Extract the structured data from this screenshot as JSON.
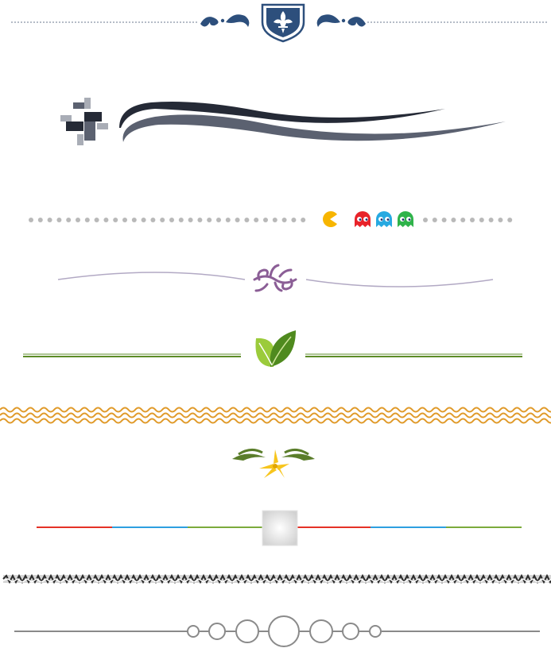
{
  "canvas": {
    "background": "#ffffff"
  },
  "dividers": [
    {
      "name": "crest-divider",
      "icon": "fleur-de-lis-shield-icon",
      "colors": {
        "primary": "#2d4f7c",
        "line": "#6b7a8f"
      }
    },
    {
      "name": "swoosh-divider",
      "icon": "plus-block-icon",
      "colors": {
        "dark": "#252a36",
        "mid": "#5b6170",
        "light": "#a9adb6"
      }
    },
    {
      "name": "pacman-divider",
      "icons": [
        "pacman-icon",
        "red-ghost-icon",
        "blue-ghost-icon",
        "green-ghost-icon"
      ],
      "colors": {
        "dot": "#b9b9b9",
        "pacman": "#f7b500",
        "ghost_red": "#e8232a",
        "ghost_blue": "#27a9e1",
        "ghost_green": "#2fb34a"
      }
    },
    {
      "name": "flourish-divider",
      "icon": "flourish-ornament-icon",
      "colors": {
        "line": "#b2a9c4",
        "ornament": "#8b5e96"
      }
    },
    {
      "name": "leaf-divider",
      "icon": "leaf-icon",
      "colors": {
        "line": "#5d8c28",
        "leaf_light": "#9bcb3b",
        "leaf_dark": "#4f8a1e"
      }
    },
    {
      "name": "wave-divider",
      "colors": {
        "wave": "#e09a2a"
      }
    },
    {
      "name": "flower-divider",
      "icon": "yellow-flower-icon",
      "colors": {
        "line": "#7c9a43",
        "petal": "#f7c51d",
        "leaf": "#5a7d2a"
      }
    },
    {
      "name": "tricolor-divider",
      "icon": "gradient-square-icon",
      "colors": {
        "red": "#e53226",
        "blue": "#2d9fe0",
        "green": "#7cab3b",
        "square": "#e6e6e6"
      }
    },
    {
      "name": "zigzag-divider",
      "colors": {
        "dark": "#2b2b2b",
        "light": "#bdbdbd"
      }
    },
    {
      "name": "circles-divider",
      "icon": "circle-chain-icon",
      "colors": {
        "line": "#8a8a8a"
      }
    }
  ]
}
